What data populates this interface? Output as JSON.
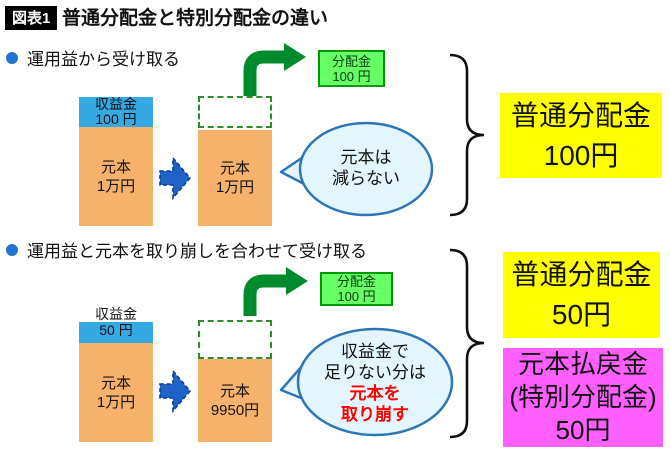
{
  "title": {
    "tag": "図表1",
    "text": "普通分配金と特別分配金の違い"
  },
  "colors": {
    "text_black": "#111111",
    "bullet_blue": "#2273D2",
    "profit_blue": "#35A9E1",
    "principal_orange": "#F6B26B",
    "arrow_blue": "#2062C8",
    "arrow_blue_dark": "#0B3D91",
    "arrow_green": "#008A2E",
    "dist_green": "#66FF66",
    "dist_green_border": "#009900",
    "dist_green_text": "#0A3A0A",
    "dash_green": "#2E8B2E",
    "bubble_fill": "#E3F6FD",
    "bubble_border": "#2E75B6",
    "highlight_yellow": "#FFFF00",
    "highlight_magenta": "#FF5FFF",
    "emphasis_red": "#FF0000"
  },
  "sections": [
    {
      "bullet": "運用益から受け取る",
      "before_bar": {
        "profit_line1": "収益金",
        "profit_line2": "100 円",
        "principal_line1": "元本",
        "principal_line2": "1万円"
      },
      "after_bar": {
        "principal_line1": "元本",
        "principal_line2": "1万円"
      },
      "distribution": {
        "line1": "分配金",
        "line2": "100 円"
      },
      "bubble": {
        "line1": "元本は",
        "line2": "減らない"
      },
      "result": {
        "line1": "普通分配金",
        "line2": "100円"
      }
    },
    {
      "bullet": "運用益と元本を取り崩しを合わせて受け取る",
      "before_bar": {
        "profit_line1": "収益金",
        "profit_line2": "50 円",
        "principal_line1": "元本",
        "principal_line2": "1万円"
      },
      "after_bar": {
        "principal_line1": "元本",
        "principal_line2": "9950円"
      },
      "distribution": {
        "line1": "分配金",
        "line2": "100 円"
      },
      "bubble": {
        "line1": "収益金で",
        "line2": "足りない分は",
        "red_line1": "元本を",
        "red_line2": "取り崩す"
      },
      "result": {
        "line1": "普通分配金",
        "line2": "50円"
      },
      "result_secondary": {
        "line1": "元本払戻金",
        "line2": "(特別分配金)",
        "line3": "50円"
      }
    }
  ]
}
